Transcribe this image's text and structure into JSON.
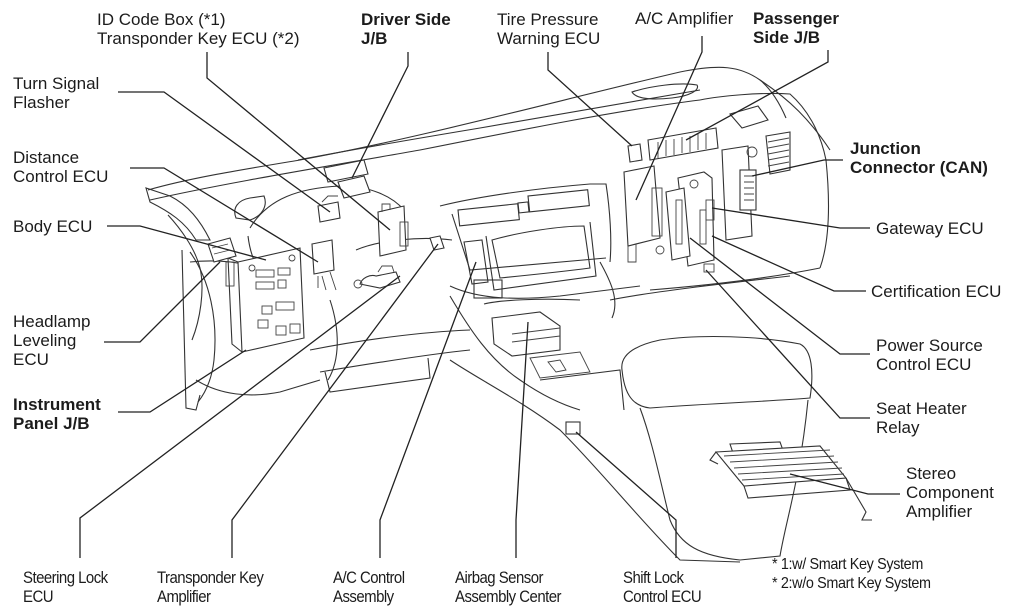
{
  "diagram": {
    "subject": "Instrument panel and center console parts location",
    "labels": {
      "id_code_box": [
        "ID Code Box (*1)",
        "Transponder Key ECU (*2)"
      ],
      "driver_side_jb": [
        "Driver Side",
        "J/B"
      ],
      "tire_pressure": [
        "Tire Pressure",
        "Warning ECU"
      ],
      "ac_amplifier": [
        "A/C Amplifier"
      ],
      "passenger_side_jb": [
        "Passenger",
        "Side J/B"
      ],
      "turn_signal": [
        "Turn Signal",
        "Flasher"
      ],
      "distance_control": [
        "Distance",
        "Control ECU"
      ],
      "body_ecu": [
        "Body ECU"
      ],
      "headlamp_leveling": [
        "Headlamp",
        "Leveling",
        "ECU"
      ],
      "instrument_panel_jb": [
        "Instrument",
        "Panel J/B"
      ],
      "junction_connector": [
        "Junction",
        "Connector (CAN)"
      ],
      "gateway_ecu": [
        "Gateway ECU"
      ],
      "certification_ecu": [
        "Certification ECU"
      ],
      "power_source": [
        "Power Source",
        "Control ECU"
      ],
      "seat_heater": [
        "Seat Heater",
        "Relay"
      ],
      "stereo_amp": [
        "Stereo",
        "Component",
        "Amplifier"
      ],
      "steering_lock": [
        "Steering Lock",
        "ECU"
      ],
      "transponder_amp": [
        "Transponder Key",
        "Amplifier"
      ],
      "ac_control": [
        "A/C Control",
        "Assembly"
      ],
      "airbag_sensor": [
        "Airbag Sensor",
        "Assembly Center"
      ],
      "shift_lock": [
        "Shift Lock",
        "Control ECU"
      ]
    },
    "notes": [
      "* 1:w/ Smart Key System",
      "* 2:w/o Smart Key System"
    ]
  }
}
